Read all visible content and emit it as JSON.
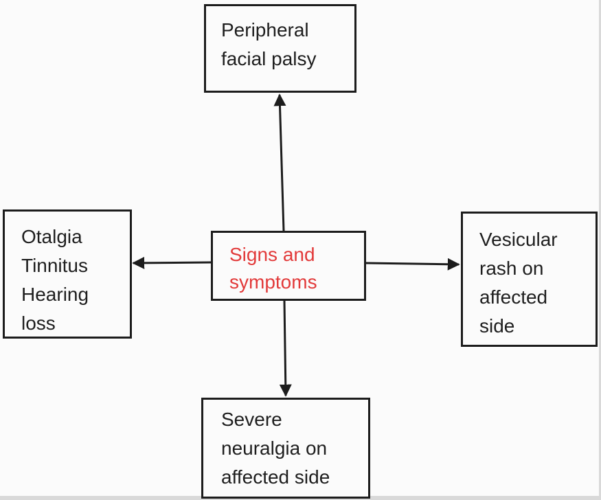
{
  "diagram": {
    "center": {
      "lines": [
        "Signs and",
        "symptoms"
      ],
      "color": "#e23a3a"
    },
    "nodes": {
      "top": {
        "lines": [
          "Peripheral",
          "facial palsy"
        ]
      },
      "left": {
        "lines": [
          "Otalgia",
          "Tinnitus",
          "Hearing",
          "loss"
        ]
      },
      "right": {
        "lines": [
          "Vesicular",
          "rash on",
          "affected",
          "side"
        ]
      },
      "bottom": {
        "lines": [
          "Severe",
          "neuralgia on",
          "affected side"
        ]
      }
    },
    "edges": [
      {
        "from": "center",
        "to": "top"
      },
      {
        "from": "center",
        "to": "left"
      },
      {
        "from": "center",
        "to": "right"
      },
      {
        "from": "center",
        "to": "bottom"
      }
    ]
  }
}
